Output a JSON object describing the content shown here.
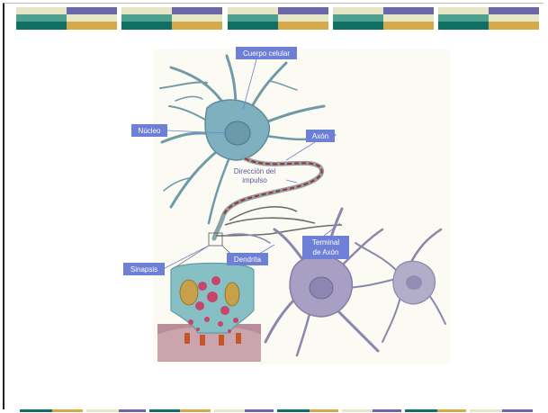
{
  "labels": {
    "cell_body": "Cuerpo celular",
    "nucleus": "Núcleo",
    "axon": "Axón",
    "impulse_line1": "Dirección del",
    "impulse_line2": "impulso",
    "synapse": "Sinapsis",
    "dendrite": "Dendrita",
    "axon_terminal_line1": "Terminal",
    "axon_terminal_line2": "de Axón"
  },
  "colors": {
    "label_box": "#6e7fd6",
    "neuron_blue": "#7fb0bf",
    "neuron_purple": "#a7a0c4",
    "axon_red": "#b22a2a",
    "tile_cream": "#e6e6c6",
    "tile_purple": "#6b67a8",
    "tile_teal": "#0f6f62",
    "tile_gold": "#d6a94a"
  }
}
